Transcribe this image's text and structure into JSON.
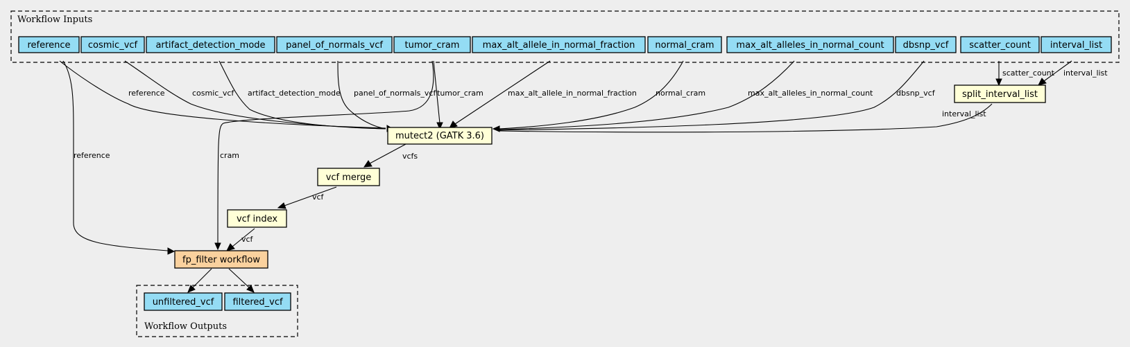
{
  "clusters": {
    "inputs": {
      "label": "Workflow Inputs"
    },
    "outputs": {
      "label": "Workflow Outputs"
    }
  },
  "nodes": {
    "reference": "reference",
    "cosmic_vcf": "cosmic_vcf",
    "artifact_detection_mode": "artifact_detection_mode",
    "panel_of_normals_vcf": "panel_of_normals_vcf",
    "tumor_cram": "tumor_cram",
    "max_alt_allele_in_normal_fraction": "max_alt_allele_in_normal_fraction",
    "normal_cram": "normal_cram",
    "max_alt_alleles_in_normal_count": "max_alt_alleles_in_normal_count",
    "dbsnp_vcf": "dbsnp_vcf",
    "scatter_count": "scatter_count",
    "interval_list": "interval_list",
    "split_interval_list": "split_interval_list",
    "mutect2": "mutect2 (GATK 3.6)",
    "vcf_merge": "vcf merge",
    "vcf_index": "vcf index",
    "fp_filter": "fp_filter workflow",
    "unfiltered_vcf": "unfiltered_vcf",
    "filtered_vcf": "filtered_vcf"
  },
  "edges": {
    "reference_mutect2": "reference",
    "cosmic_mutect2": "cosmic_vcf",
    "artifact_mutect2": "artifact_detection_mode",
    "pon_mutect2": "panel_of_normals_vcf",
    "tumor_mutect2": "tumor_cram",
    "fraction_mutect2": "max_alt_allele_in_normal_fraction",
    "normal_mutect2": "normal_cram",
    "count_mutect2": "max_alt_alleles_in_normal_count",
    "dbsnp_mutect2": "dbsnp_vcf",
    "scatter_split": "scatter_count",
    "interval_split": "interval_list",
    "split_mutect2": "interval_list",
    "mutect2_merge": "vcfs",
    "merge_index": "vcf",
    "index_filter": "vcf",
    "reference_filter": "reference",
    "tumor_filter": "cram"
  }
}
